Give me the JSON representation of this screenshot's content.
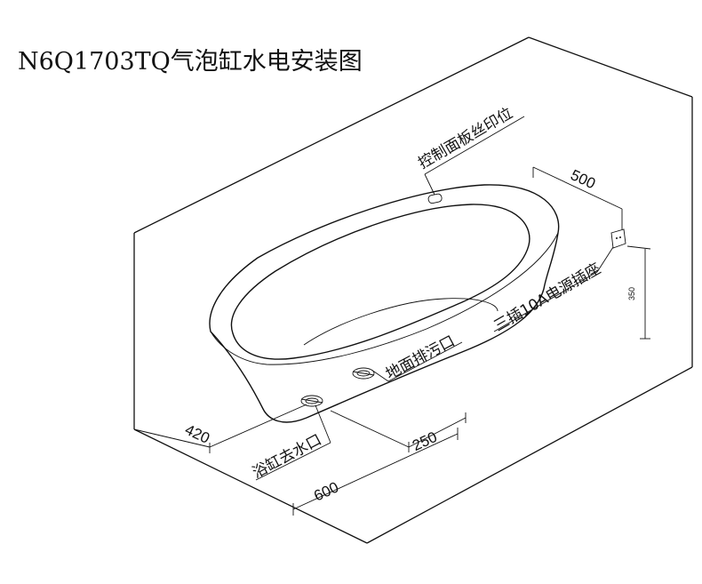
{
  "title": "N6Q1703TQ气泡缸水电安装图",
  "labels": {
    "control_panel": "控制面板丝印位",
    "floor_drain": "地面排污口",
    "tub_drain": "浴缸去水口",
    "socket": "三插10A电源插座"
  },
  "dimensions": {
    "d500": "500",
    "d350": "350",
    "d420": "420",
    "d250": "250",
    "d600": "600"
  }
}
